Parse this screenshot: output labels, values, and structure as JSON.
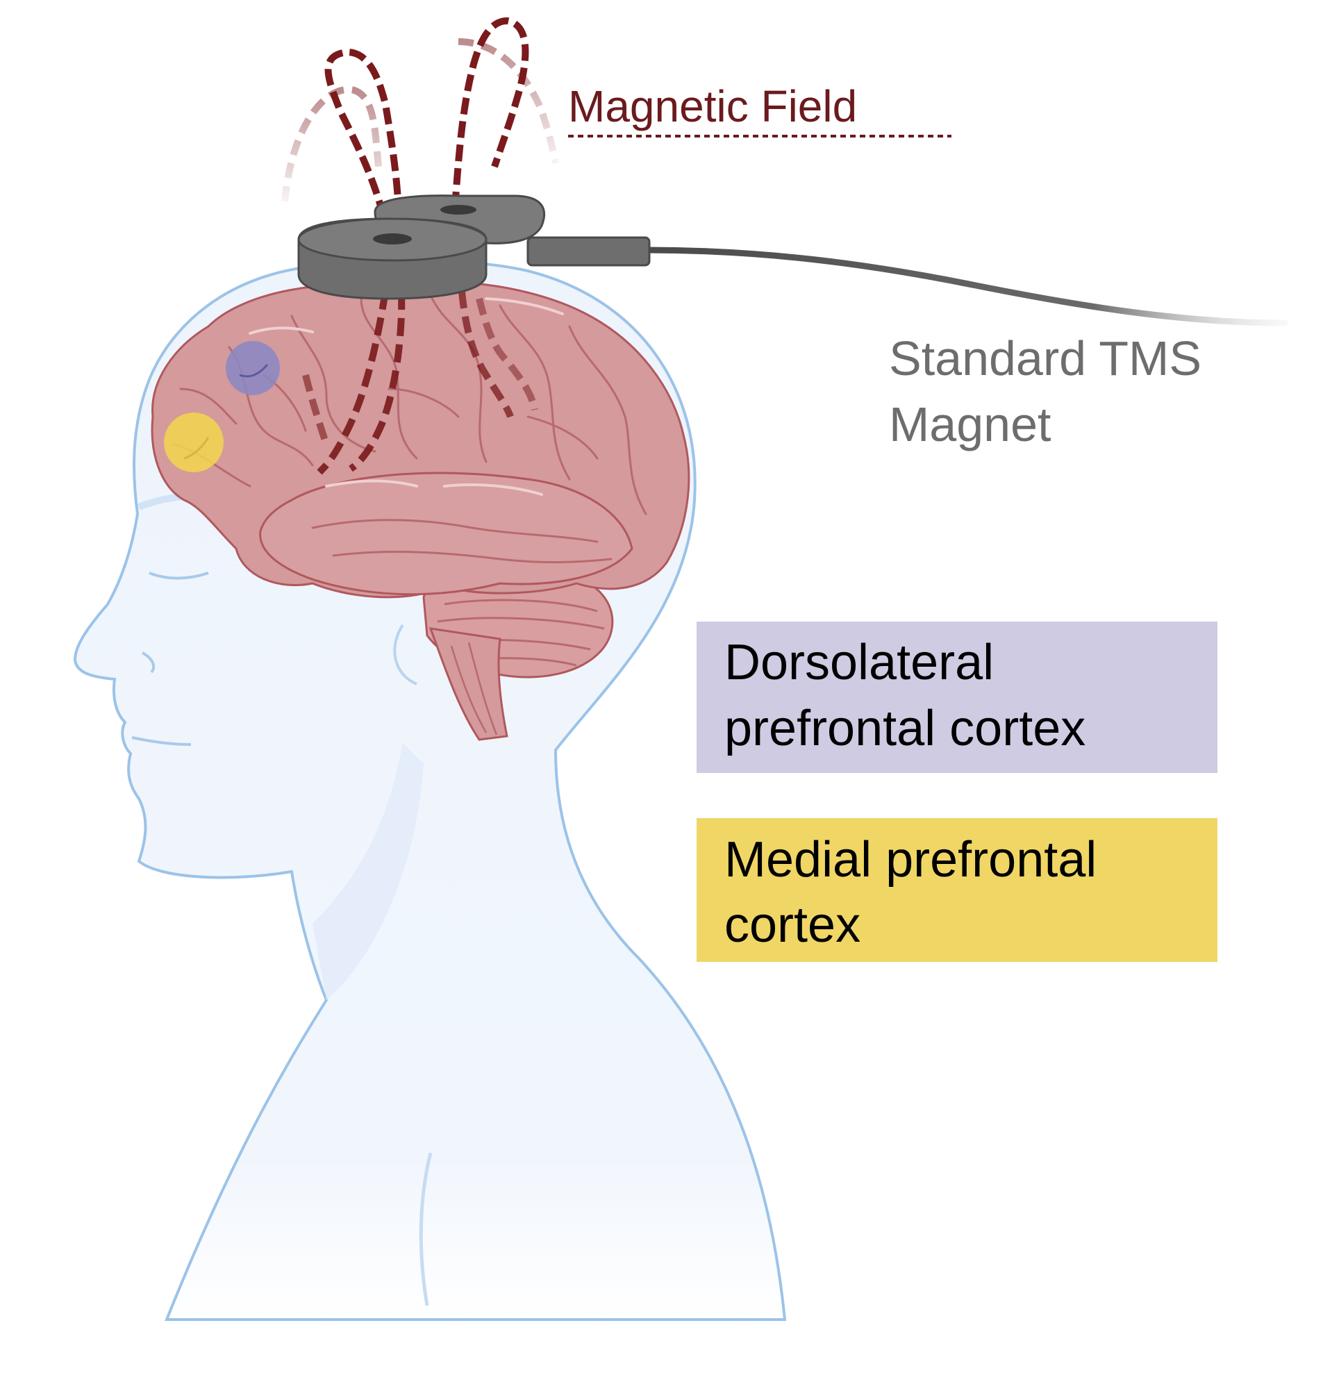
{
  "labels": {
    "magnetic_field": "Magnetic Field",
    "magnet_line1": "Standard TMS",
    "magnet_line2": "Magnet"
  },
  "legend": [
    {
      "line1": "Dorsolateral",
      "line2": "prefrontal cortex",
      "color": "#cfcbe3",
      "marker_color": "#8a87c4"
    },
    {
      "line1": "Medial prefrontal",
      "line2": "cortex",
      "color": "#f0d665",
      "marker_color": "#f2d64e"
    }
  ],
  "colors": {
    "field_lines": "#7a1a1c",
    "brain": "#d49a9c",
    "brain_outline": "#b0585e",
    "head_fill": "#eaf2fb",
    "head_outline": "#9cc3e8",
    "magnet_body": "#707070",
    "cable": "#555555"
  }
}
